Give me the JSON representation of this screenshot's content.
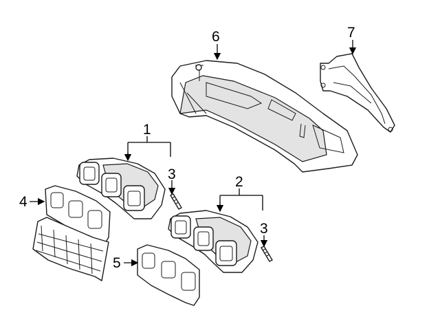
{
  "callouts": {
    "c1": "1",
    "c2": "2",
    "c3a": "3",
    "c3b": "3",
    "c4": "4",
    "c5": "5",
    "c6": "6",
    "c7": "7"
  },
  "colors": {
    "line": "#1a1a1a",
    "background": "#ffffff",
    "shade": "#e3e3e3"
  }
}
